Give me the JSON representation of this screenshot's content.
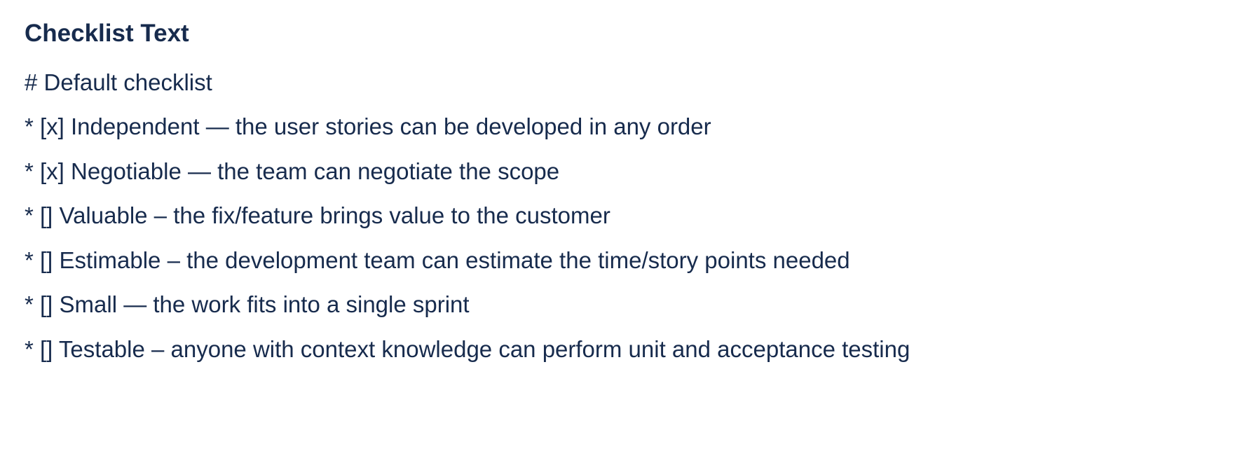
{
  "field": {
    "label": "Checklist Text"
  },
  "checklist": {
    "lines": [
      "# Default checklist",
      "* [x] Independent — the user stories can be developed in any order",
      "* [x] Negotiable — the team can negotiate the scope",
      "* [] Valuable – the fix/feature brings value to the customer",
      "* [] Estimable – the development team can estimate the time/story points needed",
      "* [] Small — the work fits into a single sprint",
      "* [] Testable – anyone with context knowledge can perform unit and acceptance testing"
    ]
  },
  "colors": {
    "text": "#172B4D",
    "background": "#FFFFFF"
  }
}
